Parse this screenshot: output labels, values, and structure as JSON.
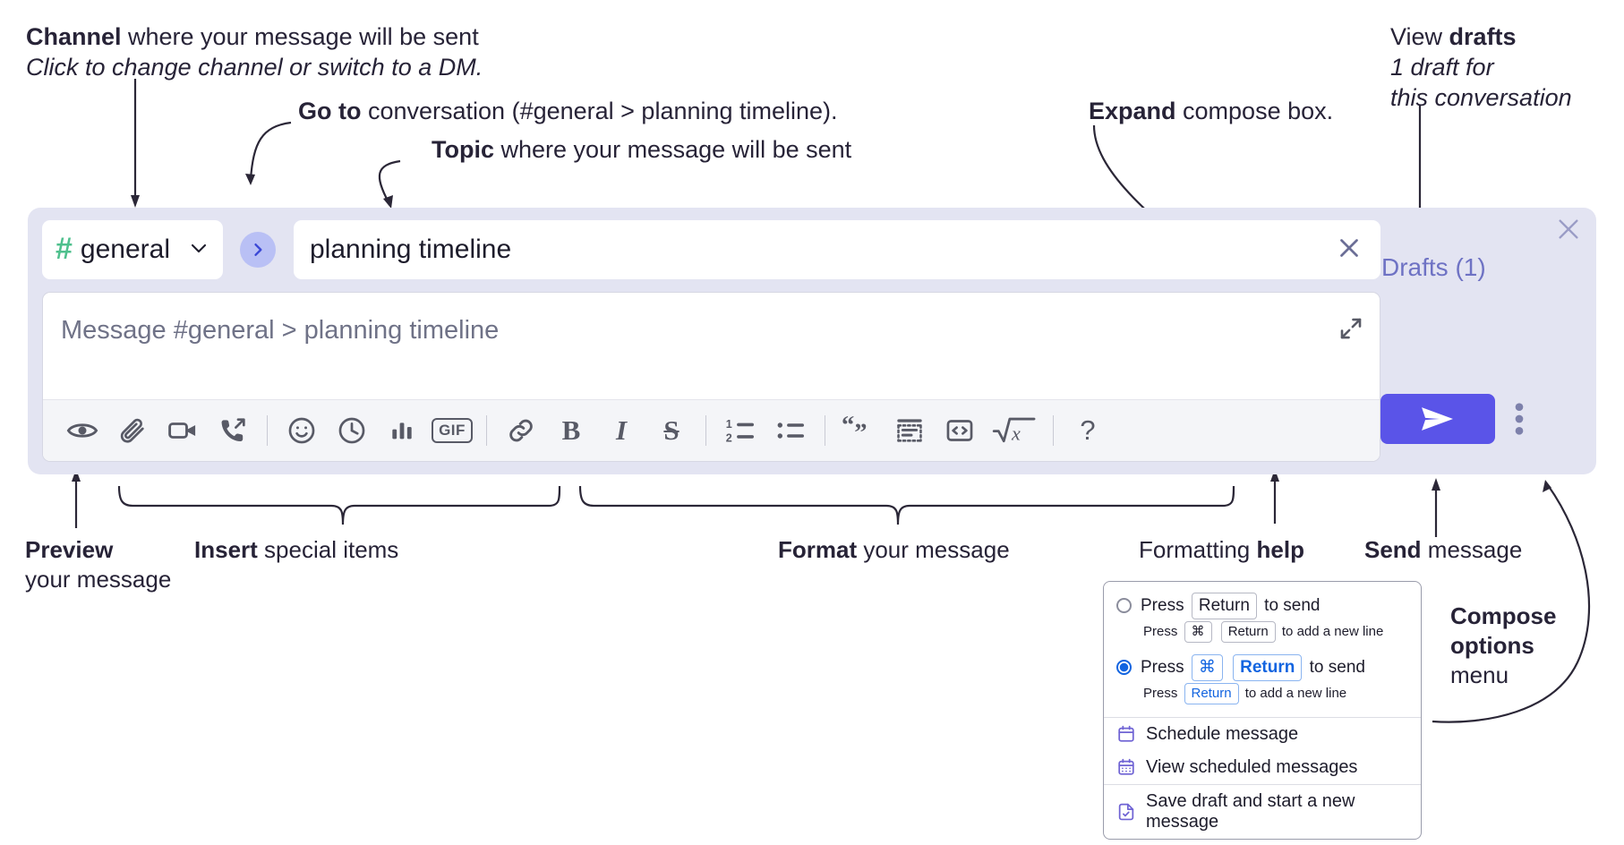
{
  "annotations": {
    "channel": {
      "bold": "Channel",
      "rest": " where your message will be sent",
      "italic": "Click to change channel or switch to a DM."
    },
    "goto": {
      "bold": "Go to",
      "rest": " conversation (#general > planning timeline)."
    },
    "topic": {
      "bold": "Topic",
      "rest": " where your message will be sent"
    },
    "expand": {
      "bold": "Expand",
      "rest": " compose box."
    },
    "drafts": {
      "line1_rest": "View ",
      "line1_bold": "drafts",
      "italic1": "1 draft for",
      "italic2": "this conversation"
    },
    "preview": {
      "bold": "Preview",
      "line2": "your message"
    },
    "insert": {
      "bold": "Insert",
      "rest": " special items"
    },
    "format": {
      "bold": "Format",
      "rest": " your message"
    },
    "help": {
      "rest": "Formatting ",
      "bold": "help"
    },
    "send": {
      "bold": "Send",
      "rest": " message"
    },
    "compose_options": {
      "bold1": "Compose",
      "bold2": "options",
      "rest": "menu"
    }
  },
  "compose": {
    "channel_name": "general",
    "hash_symbol": "#",
    "topic_value": "planning timeline",
    "message_placeholder": "Message #general > planning timeline",
    "drafts_label": "Drafts (1)"
  },
  "toolbar": {
    "items": [
      {
        "name": "preview-icon",
        "title": "Preview"
      },
      {
        "name": "attachment-icon",
        "title": "Attach file"
      },
      {
        "name": "video-icon",
        "title": "Record video clip"
      },
      {
        "name": "huddle-call-icon",
        "title": "Start a huddle"
      },
      {
        "name": "emoji-icon",
        "title": "Emoji"
      },
      {
        "name": "clock-icon",
        "title": "Recent"
      },
      {
        "name": "poll-bars-icon",
        "title": "Poll"
      },
      {
        "name": "gif-icon",
        "title": "GIF",
        "label": "GIF"
      },
      {
        "name": "link-icon",
        "title": "Link"
      },
      {
        "name": "bold-icon",
        "title": "Bold",
        "label": "B"
      },
      {
        "name": "italic-icon",
        "title": "Italic",
        "label": "I"
      },
      {
        "name": "strikethrough-icon",
        "title": "Strikethrough",
        "label": "S"
      },
      {
        "name": "ordered-list-icon",
        "title": "Ordered list"
      },
      {
        "name": "bulleted-list-icon",
        "title": "Bulleted list"
      },
      {
        "name": "blockquote-icon",
        "title": "Blockquote"
      },
      {
        "name": "code-block-icon",
        "title": "Code block"
      },
      {
        "name": "inline-code-icon",
        "title": "Code"
      },
      {
        "name": "math-icon",
        "title": "Math"
      },
      {
        "name": "help-icon",
        "title": "Formatting help",
        "label": "?"
      }
    ]
  },
  "options_menu": {
    "option1": {
      "selected": false,
      "pre": "Press",
      "key": "Return",
      "post": "to send",
      "sub_pre": "Press",
      "sub_key1": "⌘",
      "sub_key2": "Return",
      "sub_post": "to add a new line"
    },
    "option2": {
      "selected": true,
      "pre": "Press",
      "key1": "⌘",
      "key2": "Return",
      "post": "to send",
      "sub_pre": "Press",
      "sub_key": "Return",
      "sub_post": "to add a new line"
    },
    "items": [
      {
        "icon": "calendar-icon",
        "label": "Schedule message"
      },
      {
        "icon": "calendar-grid-icon",
        "label": "View scheduled messages"
      },
      {
        "icon": "save-draft-icon",
        "label": "Save draft and start a new message"
      }
    ]
  },
  "colors": {
    "panel_bg": "#e3e4f2",
    "accent_send": "#5a54e8",
    "hash_green": "#4fc08d",
    "goto_circle": "#b9c0f5",
    "drafts_text": "#6e72c4",
    "radio_blue": "#1264e0",
    "menu_icon": "#6f63d4"
  }
}
